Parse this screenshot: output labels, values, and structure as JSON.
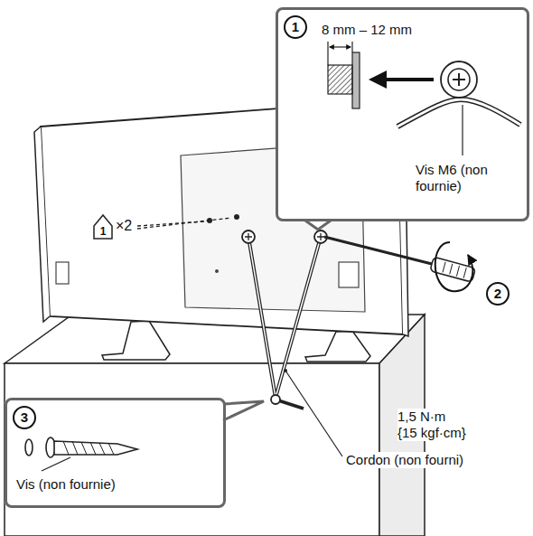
{
  "diagram": {
    "nodes": [
      {
        "text": [
          "1",
          "8 mm – 12 mm",
          "Vis M6 (non fournie)"
        ]
      },
      {
        "text": [
          "3",
          "Vis (non fournie)"
        ]
      }
    ],
    "labels": [
      "1",
      "×2",
      "2",
      "1,5 N·m {15 kgf·cm}",
      "Cordon (non fourni)"
    ]
  }
}
